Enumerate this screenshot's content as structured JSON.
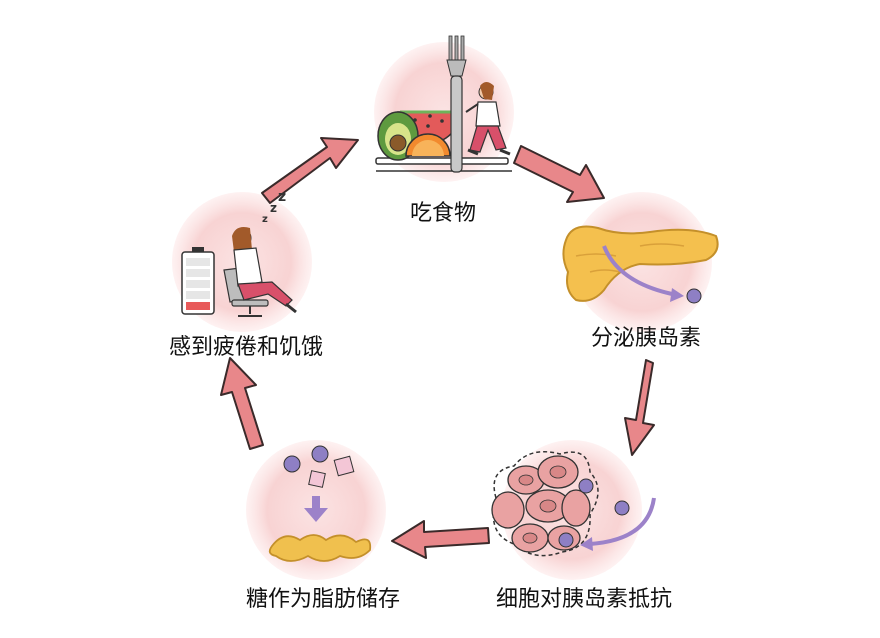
{
  "cycle": {
    "steps": [
      {
        "label": "吃食物",
        "icon": "eating-food-icon"
      },
      {
        "label": "分泌胰岛素",
        "icon": "pancreas-secreting-insulin-icon"
      },
      {
        "label": "细胞对胰岛素抵抗",
        "icon": "insulin-resistant-cells-icon"
      },
      {
        "label": "糖作为脂肪储存",
        "icon": "sugar-to-fat-icon"
      },
      {
        "label": "感到疲倦和饥饿",
        "icon": "tired-person-icon"
      }
    ],
    "colors": {
      "arrow": "#e8878a",
      "arrow_outline": "#3a2a2a",
      "circle_bg": "#f9d9d9",
      "pancreas": "#f4c04e",
      "insulin_dot": "#8e7fc4",
      "cell": "#e9a2a2",
      "fat": "#f0c04e",
      "process_arrow": "#9c82c9"
    }
  }
}
